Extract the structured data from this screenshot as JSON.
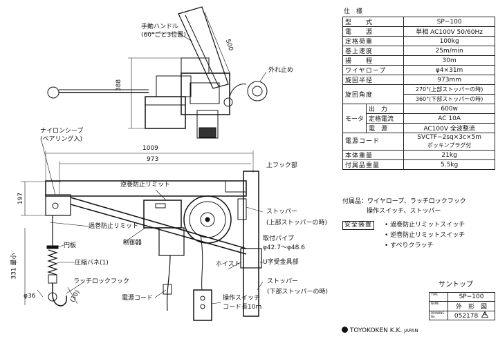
{
  "spec": {
    "heading": "仕　様",
    "rows": [
      {
        "label": "型　　式",
        "value": "SP−100"
      },
      {
        "label": "電　　源",
        "value": "単相 AC100V 50/60Hz"
      },
      {
        "label": "定格荷重",
        "value": "100kg"
      },
      {
        "label": "巻上速度",
        "value": "25m/min"
      },
      {
        "label": "揚　　程",
        "value": "30m"
      },
      {
        "label": "ワイヤロープ",
        "value": "φ4×31m"
      },
      {
        "label": "旋回半径",
        "value": "973mm"
      }
    ],
    "angle_label": "旋回角度",
    "angle_value_1": "270°(上部ストッパーの時)",
    "angle_value_2": "360°(下部ストッパーの時)",
    "motor_label": "モータ",
    "motor_rows": [
      {
        "label": "出　力",
        "value": "600w"
      },
      {
        "label": "定格電流",
        "value": "AC 10A"
      },
      {
        "label": "電　源",
        "value": "AC100V 全波整流"
      }
    ],
    "cord_label": "電源コード",
    "cord_value_1": "SVCTF−2sq×3c×5m",
    "cord_value_2": "ポッキンプラグ付",
    "weight_rows": [
      {
        "label": "本体重量",
        "value": "21kg"
      },
      {
        "label": "付属品重量",
        "value": "5.5kg"
      }
    ]
  },
  "accessories": {
    "line_1": "付属品：ワイヤロープ、ラッチロックフック",
    "line_2": "操作スイッチ、ストッパー"
  },
  "safety": {
    "label": "安全装置",
    "items": [
      "• 過巻防止リミットスイッチ",
      "• 逆巻防止リミットスイッチ",
      "• すべりクラッチ"
    ]
  },
  "title_block": {
    "product": "サントップ",
    "type_label": "TYPE",
    "type_value": "SP−100",
    "name_label": "NAME",
    "name_value": "外　形　図",
    "drawing_label": "DRAWING No.",
    "drawing_value": "052178",
    "revision": "A"
  },
  "company": {
    "name": "TOYOKOKEN  K.K.",
    "country": "JAPAN"
  },
  "top_view": {
    "handle_label": "手動ハンドル",
    "handle_note": "(60°ごと3位置)",
    "dim_500": "500",
    "dim_388": "388",
    "release_label": "外れ止め"
  },
  "side_view": {
    "dim_1009": "1009",
    "dim_973": "973",
    "dim_197": "197",
    "dim_331": "331 最小",
    "dim_36": "φ36",
    "dim_30": "(30)",
    "nylon_sheave": "ナイロンシーブ",
    "bearing": "(ベアリング入)",
    "upper_hook": "上フック部",
    "reverse_limit": "逆巻防止リミット",
    "over_limit": "過巻防止リミット",
    "disc": "円板",
    "spring": "圧縮バネ(1)",
    "latch_hook": "ラッチロックフック",
    "control": "制御器",
    "hoist": "ホイスト",
    "stopper_upper": "ストッパー",
    "stopper_upper_note": "(上部ストッパーの時)",
    "mount_pipe": "取付パイプ",
    "pipe_size": "φ42.7〜φ48.6",
    "u_bracket": "U字受金具部",
    "stopper_lower": "ストッパー",
    "stopper_lower_note": "(下部ストッパーの時)",
    "power_cord": "電源コード",
    "switch": "操作スイッチ",
    "cord_length": "コード長10m"
  }
}
